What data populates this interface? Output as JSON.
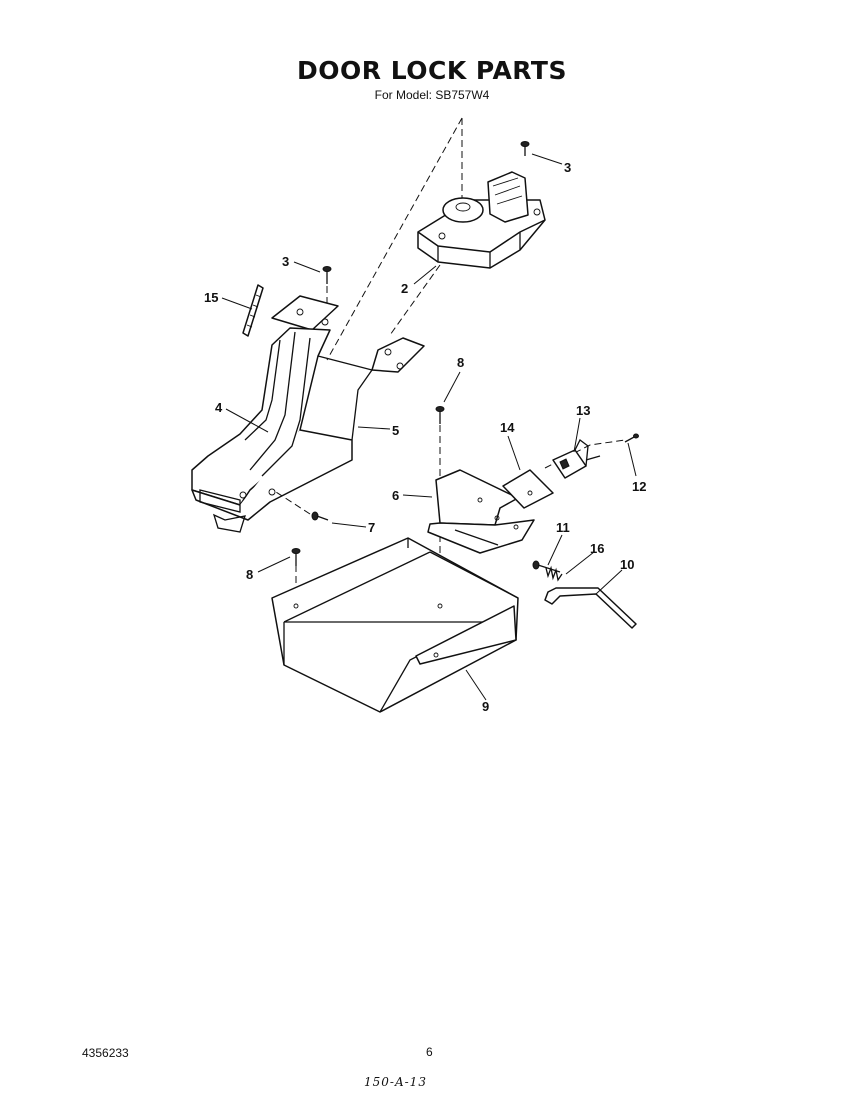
{
  "header": {
    "title": "DOOR LOCK PARTS",
    "subtitle": "For Model: SB757W4"
  },
  "callouts": {
    "c2": "2",
    "c3a": "3",
    "c3b": "3",
    "c4": "4",
    "c5": "5",
    "c6": "6",
    "c7": "7",
    "c8a": "8",
    "c8b": "8",
    "c9": "9",
    "c10": "10",
    "c11": "11",
    "c12": "12",
    "c13": "13",
    "c14": "14",
    "c15": "15",
    "c16": "16"
  },
  "footer": {
    "doc_number": "4356233",
    "page_number": "6",
    "handwritten_note": "150-A-13"
  }
}
